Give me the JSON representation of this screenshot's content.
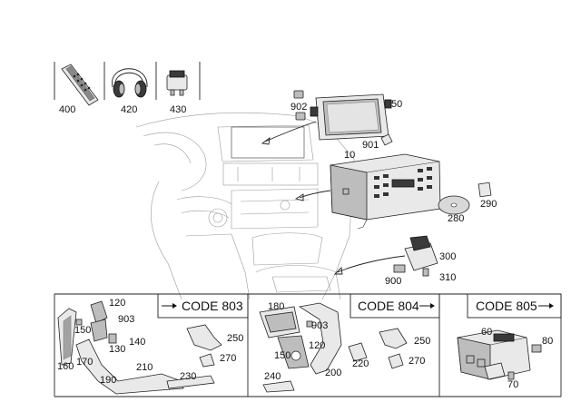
{
  "accessories": {
    "labels": [
      "400",
      "420",
      "430"
    ]
  },
  "top_parts": {
    "p902": "902",
    "p50": "50",
    "p901": "901",
    "p10": "10",
    "p280": "280",
    "p290": "290",
    "p300": "300",
    "p310": "310",
    "p900": "900"
  },
  "panel803": {
    "code": "CODE 803",
    "labels": {
      "p120": "120",
      "p903": "903",
      "p150": "150",
      "p130": "130",
      "p140": "140",
      "p160": "160",
      "p170": "170",
      "p190": "190",
      "p210": "210",
      "p230": "230",
      "p250": "250",
      "p270": "270"
    }
  },
  "panel804": {
    "code": "CODE 804",
    "labels": {
      "p180": "180",
      "p903": "903",
      "p120": "120",
      "p150": "150",
      "p200": "200",
      "p220": "220",
      "p240": "240",
      "p250": "250",
      "p270": "270"
    }
  },
  "panel805": {
    "code": "CODE 805",
    "labels": {
      "p60": "60",
      "p80": "80",
      "p70": "70"
    }
  }
}
